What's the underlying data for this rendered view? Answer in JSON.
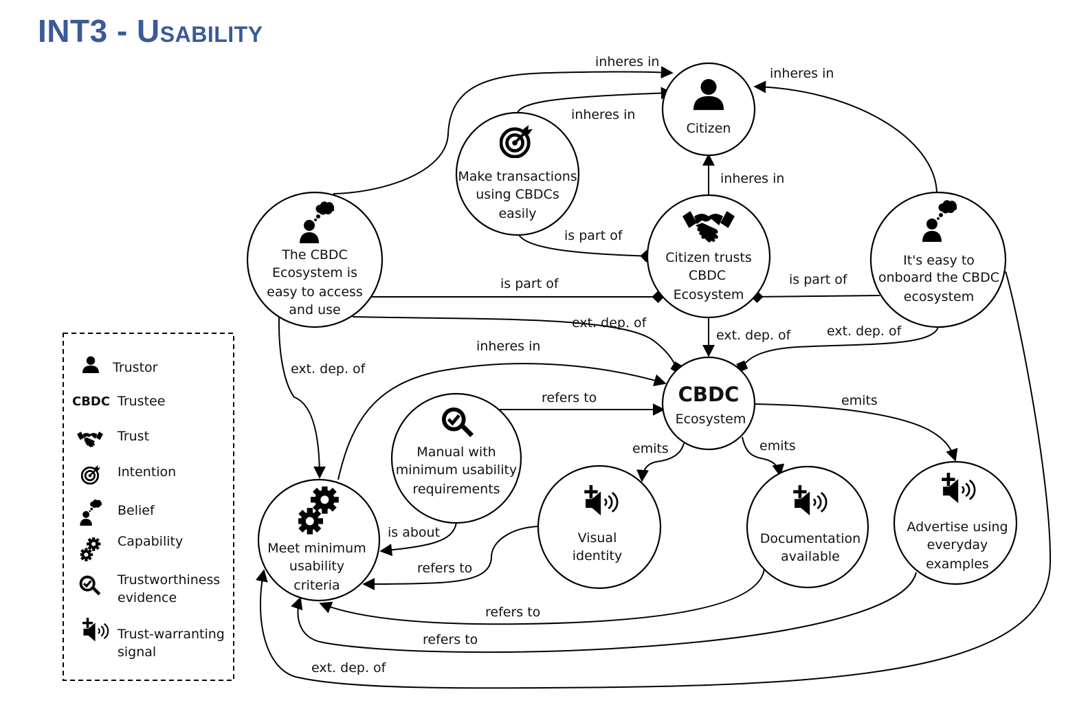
{
  "title": "INT3 - Usability",
  "nodes": {
    "citizen": {
      "lines": [
        "Citizen"
      ],
      "icon": "trustor-icon"
    },
    "make_transactions": {
      "lines": [
        "Make transactions",
        "using CBDCs",
        "easily"
      ],
      "icon": "intention-icon"
    },
    "cbdc_easy_access": {
      "lines": [
        "The CBDC",
        "Ecosystem is",
        "easy to access",
        "and use"
      ],
      "icon": "belief-icon"
    },
    "citizen_trusts": {
      "lines": [
        "Citizen trusts",
        "CBDC",
        "Ecosystem"
      ],
      "icon": "trust-icon"
    },
    "easy_onboard": {
      "lines": [
        "It's easy to",
        "onboard the CBDC",
        "ecosystem"
      ],
      "icon": "belief-icon"
    },
    "cbdc_ecosystem": {
      "lines": [
        "CBDC",
        "Ecosystem"
      ],
      "icon": "trustee"
    },
    "manual": {
      "lines": [
        "Manual with",
        "minimum usability",
        "requirements"
      ],
      "icon": "trustworthiness-evidence-icon"
    },
    "meet_minimum": {
      "lines": [
        "Meet minimum",
        "usability",
        "criteria"
      ],
      "icon": "capability-icon"
    },
    "visual_identity": {
      "lines": [
        "Visual",
        "identity"
      ],
      "icon": "trust-warranting-signal-icon"
    },
    "documentation": {
      "lines": [
        "Documentation",
        "available"
      ],
      "icon": "trust-warranting-signal-icon"
    },
    "advertise": {
      "lines": [
        "Advertise using",
        "everyday",
        "examples"
      ],
      "icon": "trust-warranting-signal-icon"
    }
  },
  "edges": [
    {
      "from": "cbdc_easy_access",
      "to": "citizen",
      "label": "inheres in"
    },
    {
      "from": "make_transactions",
      "to": "citizen",
      "label": "inheres in"
    },
    {
      "from": "citizen_trusts",
      "to": "citizen",
      "label": "inheres in"
    },
    {
      "from": "easy_onboard",
      "to": "citizen",
      "label": "inheres in"
    },
    {
      "from": "make_transactions",
      "to": "citizen_trusts",
      "label": "is part of"
    },
    {
      "from": "cbdc_easy_access",
      "to": "citizen_trusts",
      "label": "is part of"
    },
    {
      "from": "easy_onboard",
      "to": "citizen_trusts",
      "label": "is part of"
    },
    {
      "from": "cbdc_easy_access",
      "to": "cbdc_ecosystem",
      "label": "ext. dep. of"
    },
    {
      "from": "citizen_trusts",
      "to": "cbdc_ecosystem",
      "label": "ext. dep. of"
    },
    {
      "from": "easy_onboard",
      "to": "cbdc_ecosystem",
      "label": "ext. dep. of"
    },
    {
      "from": "cbdc_easy_access",
      "to": "meet_minimum",
      "label": "ext. dep. of"
    },
    {
      "from": "meet_minimum",
      "to": "cbdc_ecosystem",
      "label": "inheres in"
    },
    {
      "from": "manual",
      "to": "cbdc_ecosystem",
      "label": "refers to"
    },
    {
      "from": "cbdc_ecosystem",
      "to": "visual_identity",
      "label": "emits"
    },
    {
      "from": "cbdc_ecosystem",
      "to": "documentation",
      "label": "emits"
    },
    {
      "from": "cbdc_ecosystem",
      "to": "advertise",
      "label": "emits"
    },
    {
      "from": "manual",
      "to": "meet_minimum",
      "label": "is about"
    },
    {
      "from": "visual_identity",
      "to": "meet_minimum",
      "label": "refers to"
    },
    {
      "from": "documentation",
      "to": "meet_minimum",
      "label": "refers to"
    },
    {
      "from": "advertise",
      "to": "meet_minimum",
      "label": "refers to"
    },
    {
      "from": "easy_onboard",
      "to": "meet_minimum",
      "label": "ext. dep. of"
    }
  ],
  "legend": [
    {
      "icon": "trustor-icon",
      "lines": [
        "Trustor"
      ]
    },
    {
      "icon": "trustee",
      "symbol": "CBDC",
      "lines": [
        "Trustee"
      ]
    },
    {
      "icon": "trust-icon",
      "lines": [
        "Trust"
      ]
    },
    {
      "icon": "intention-icon",
      "lines": [
        "Intention"
      ]
    },
    {
      "icon": "belief-icon",
      "lines": [
        "Belief"
      ]
    },
    {
      "icon": "capability-icon",
      "lines": [
        "Capability"
      ]
    },
    {
      "icon": "trustworthiness-evidence-icon",
      "lines": [
        "Trustworthiness",
        "evidence"
      ]
    },
    {
      "icon": "trust-warranting-signal-icon",
      "lines": [
        "Trust-warranting",
        "signal"
      ]
    }
  ],
  "colors": {
    "title": "#3a5a98",
    "ink": "#000000"
  }
}
